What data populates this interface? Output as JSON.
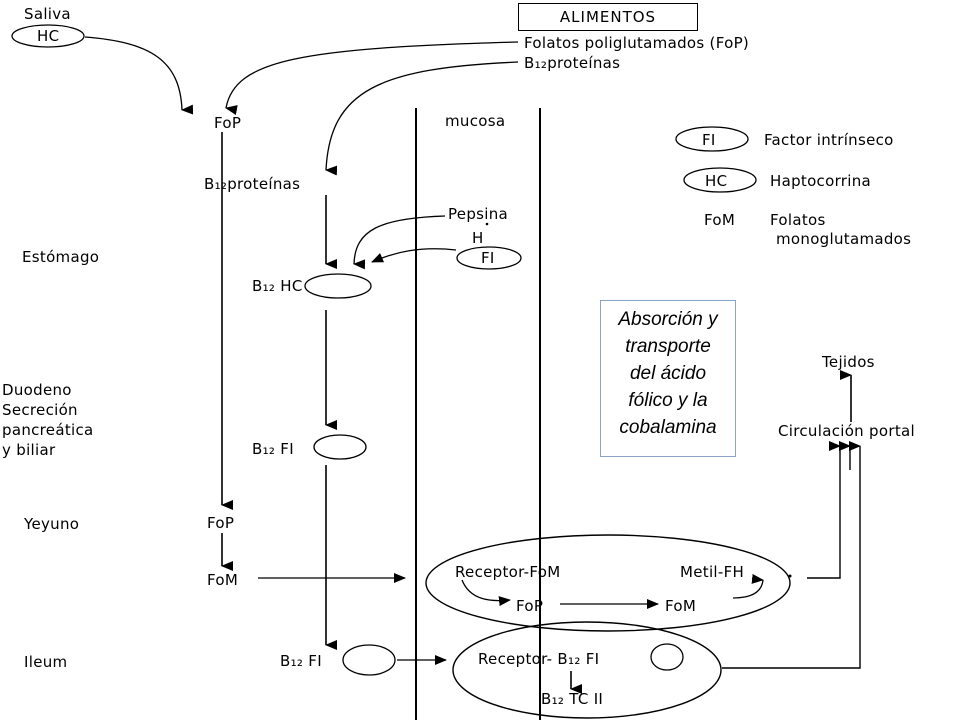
{
  "header": {
    "title": "ALIMENTOS"
  },
  "sources": {
    "saliva": "Saliva",
    "saliva_hc": "HC",
    "folatos": "Folatos poliglutamados (FoP)",
    "b12_proteinas_top": "B₁₂proteínas"
  },
  "column_label": "mucosa",
  "legend": {
    "fi_symbol": "FI",
    "fi_label": "Factor intrínseco",
    "hc_symbol": "HC",
    "hc_label": "Haptocorrina",
    "fom_symbol": "FoM",
    "fom_label_line1": "Folatos",
    "fom_label_line2": "monoglutamados"
  },
  "regions": {
    "estomago": "Estómago",
    "duodeno_1": "Duodeno",
    "duodeno_2": "Secreción",
    "duodeno_3": "pancreática",
    "duodeno_4": "y biliar",
    "yeyuno": "Yeyuno",
    "ileum": "Ileum"
  },
  "nodes": {
    "fop_1": "FoP",
    "b12_proteinas": "B₁₂proteínas",
    "pepsina": "Pepsina",
    "h": "H",
    "fi_secreted": "FI",
    "b12_hc": "B₁₂ HC",
    "b12_fi_1": "B₁₂ FI",
    "fop_2": "FoP",
    "fom_1": "FoM",
    "b12_fi_2": "B₁₂ FI"
  },
  "mucosa_folate": {
    "receptor": "Receptor-FoM",
    "metil": "Metil-FH",
    "fop": "FoP",
    "fom": "FoM"
  },
  "mucosa_b12": {
    "receptor": "Receptor- B₁₂ FI",
    "tc": "B₁₂ TC II"
  },
  "outputs": {
    "tejidos": "Tejidos",
    "circulacion": "Circulación portal"
  },
  "callout": {
    "line1": "Absorción y",
    "line2": "transporte",
    "line3": "del ácido",
    "line4": "fólico y la",
    "line5": "cobalamina"
  }
}
